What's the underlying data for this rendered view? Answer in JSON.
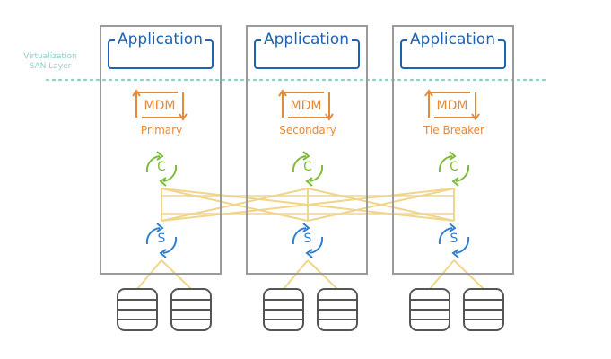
{
  "layer_label": {
    "line1": "Virtualization",
    "line2": "SAN Layer"
  },
  "nodes": [
    {
      "application": "Application",
      "mdm": "MDM",
      "role": "Primary",
      "client_letter": "C",
      "server_letter": "S"
    },
    {
      "application": "Application",
      "mdm": "MDM",
      "role": "Secondary",
      "client_letter": "C",
      "server_letter": "S"
    },
    {
      "application": "Application",
      "mdm": "MDM",
      "role": "Tie Breaker",
      "client_letter": "C",
      "server_letter": "S"
    }
  ],
  "colors": {
    "node_border": "#9a9a9a",
    "application": "#1e63b0",
    "layer_line": "#8fcfc8",
    "mdm": "#e28a3c",
    "client": "#7dbb3a",
    "server": "#2f7fd0",
    "mesh": "#f0d58a",
    "disk": "#555555"
  },
  "icons": {
    "mdm": "mdm-sync-icon",
    "client": "client-cycle-icon",
    "server": "server-cycle-icon",
    "disk": "disk-stack-icon"
  }
}
